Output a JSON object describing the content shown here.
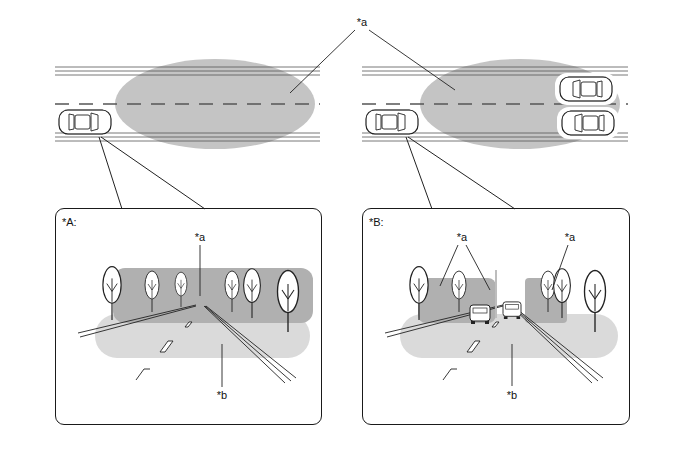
{
  "diagram": {
    "nodes": [
      {
        "text": [
          "*A:"
        ]
      },
      {
        "text": [
          "*B:"
        ]
      }
    ],
    "labels": [
      "*a",
      "*a",
      "*b",
      "*a",
      "*a",
      "*b"
    ]
  }
}
